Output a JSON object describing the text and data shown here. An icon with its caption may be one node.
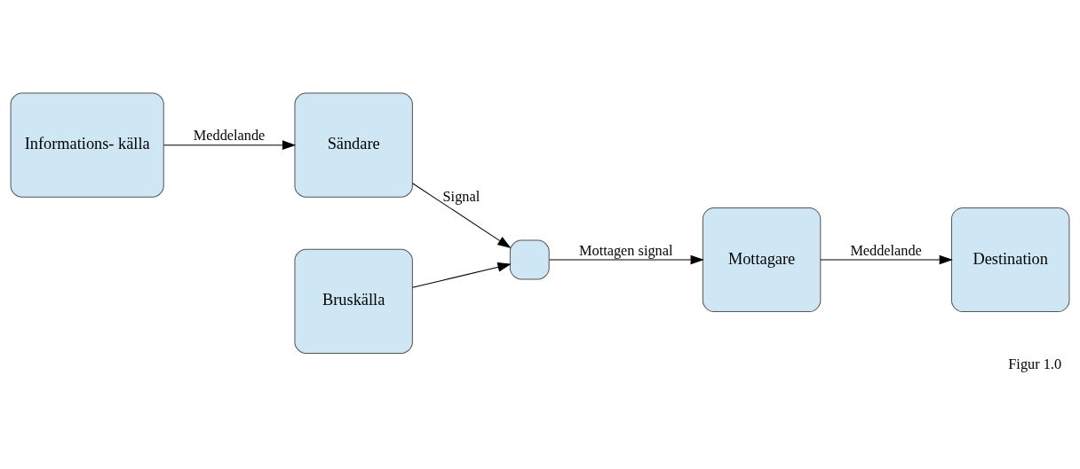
{
  "diagram": {
    "caption": "Figur 1.0",
    "nodes": [
      {
        "text": [
          "Informations- källa"
        ]
      },
      {
        "text": [
          "Sändare"
        ]
      },
      {
        "text": [],
        "shape": "box"
      },
      {
        "text": [
          "Mottagare"
        ]
      },
      {
        "text": [
          "Destination"
        ]
      },
      {
        "text": [
          "Bruskälla"
        ]
      }
    ],
    "edges": [
      {
        "from": 0,
        "to": 1,
        "arrow": "to",
        "label": "Meddelande"
      },
      {
        "from": 1,
        "to": 2,
        "arrow": "to",
        "label": "Signal"
      },
      {
        "from": 2,
        "to": 3,
        "arrow": "to",
        "label": "Mottagen signal"
      },
      {
        "from": 3,
        "to": 4,
        "arrow": "to",
        "label": "Meddelande"
      },
      {
        "from": 5,
        "to": 2,
        "arrow": "to"
      }
    ]
  }
}
